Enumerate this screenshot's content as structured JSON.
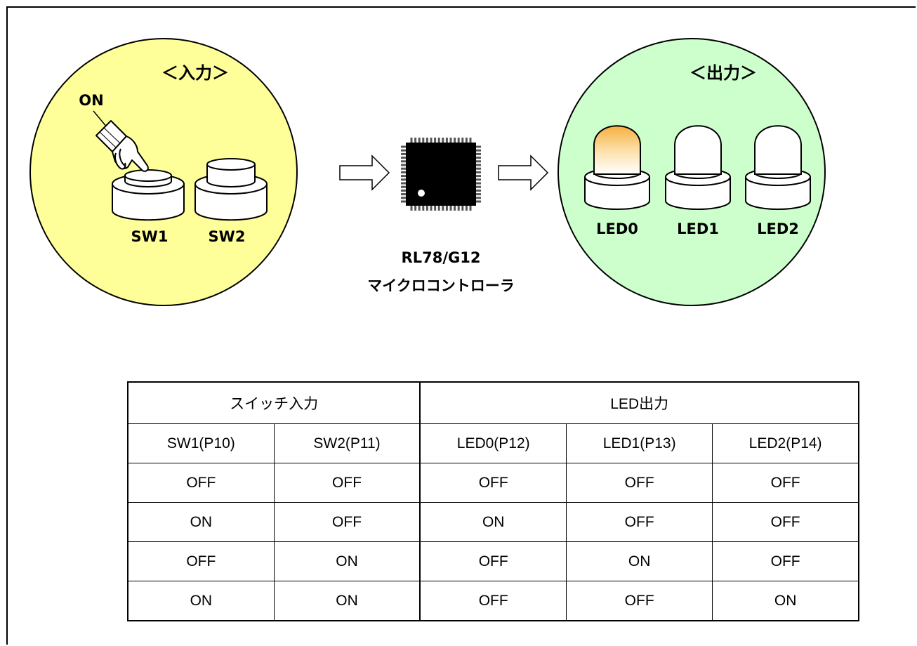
{
  "input": {
    "title": "＜入力＞",
    "press_label": "ON",
    "switches": [
      "SW1",
      "SW2"
    ]
  },
  "mcu": {
    "name": "RL78/G12",
    "caption": "マイクロコントローラ"
  },
  "output": {
    "title": "＜出力＞",
    "leds": [
      "LED0",
      "LED1",
      "LED2"
    ]
  },
  "colors": {
    "input_circle": "#ffff99",
    "output_circle": "#ccffcc",
    "led_lit": "#f5b041",
    "chip": "#000000"
  },
  "table": {
    "group_headers": [
      "スイッチ入力",
      "LED出力"
    ],
    "columns": [
      "SW1(P10)",
      "SW2(P11)",
      "LED0(P12)",
      "LED1(P13)",
      "LED2(P14)"
    ],
    "rows": [
      [
        "OFF",
        "OFF",
        "OFF",
        "OFF",
        "OFF"
      ],
      [
        "ON",
        "OFF",
        "ON",
        "OFF",
        "OFF"
      ],
      [
        "OFF",
        "ON",
        "OFF",
        "ON",
        "OFF"
      ],
      [
        "ON",
        "ON",
        "OFF",
        "OFF",
        "ON"
      ]
    ]
  }
}
